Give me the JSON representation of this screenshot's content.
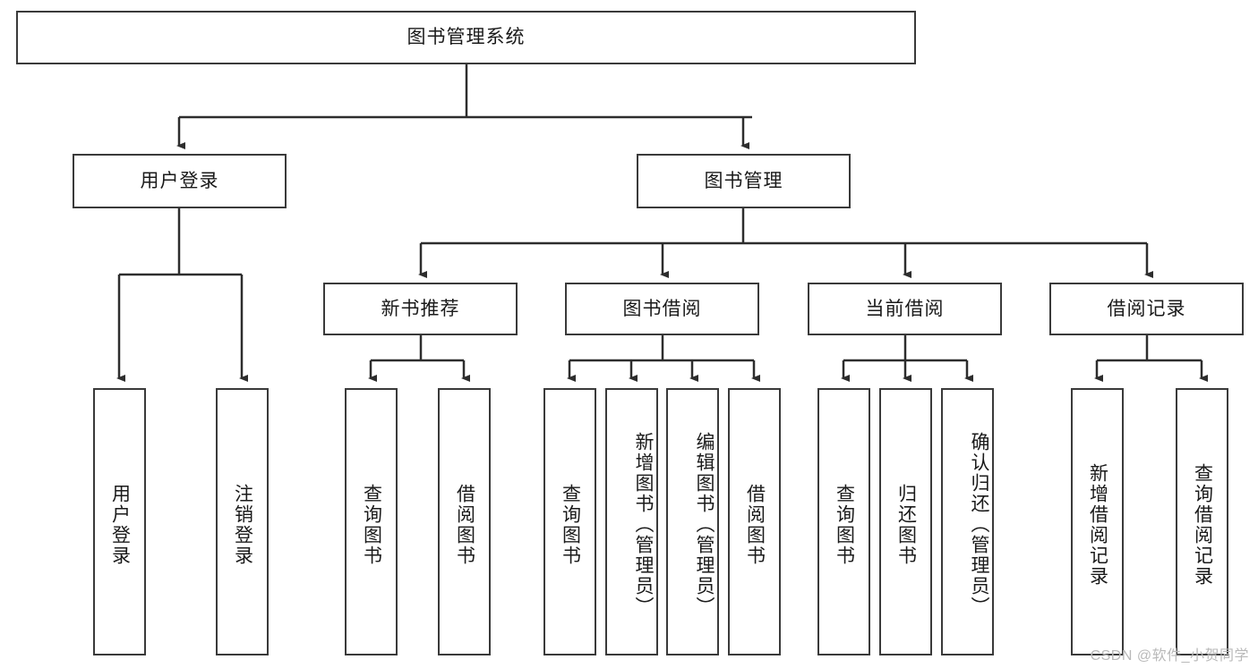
{
  "diagram": {
    "title": "图书管理系统",
    "type": "tree",
    "watermark": "CSDN @软件_小贺同学",
    "colors": {
      "box_border": "#3a3a3a",
      "box_fill": "#ffffff",
      "edge": "#2d2d2d",
      "text": "#1a1a1a",
      "watermark": "#b9b9b9",
      "background": "#ffffff"
    },
    "nodes": {
      "root": "图书管理系统",
      "level2": [
        "用户登录",
        "图书管理"
      ],
      "level3": [
        "新书推荐",
        "图书借阅",
        "当前借阅",
        "借阅记录"
      ],
      "leaves": {
        "user_login": [
          "用户登录",
          "注销登录"
        ],
        "new_book": [
          "查询图书",
          "借阅图书"
        ],
        "book_borrow": [
          "查询图书",
          "新增图书（管理员）",
          "编辑图书（管理员）",
          "借阅图书"
        ],
        "current_borrow": [
          "查询图书",
          "归还图书",
          "确认归还（管理员）"
        ],
        "borrow_record": [
          "新增借阅记录",
          "查询借阅记录"
        ]
      }
    }
  }
}
